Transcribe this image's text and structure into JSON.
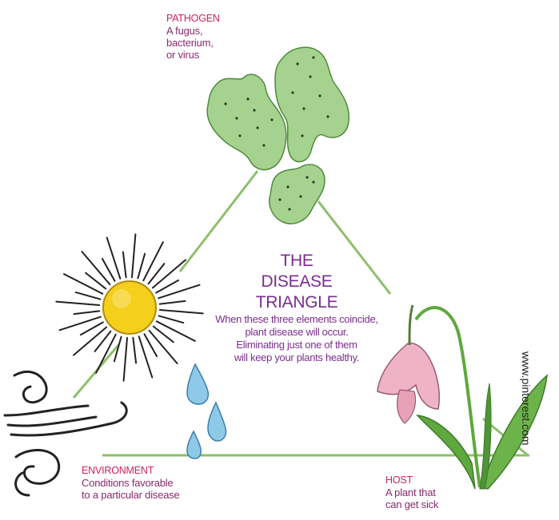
{
  "pathogen": {
    "heading": "PATHOGEN",
    "lines": [
      "A fugus,",
      "bacterium,",
      "or virus"
    ]
  },
  "center": {
    "title_lines": [
      "THE",
      "DISEASE",
      "TRIANGLE"
    ],
    "desc_lines": [
      "When these three elements coincide,",
      "plant disease will occur.",
      "Eliminating just one of them",
      "will keep your plants healthy."
    ]
  },
  "environment": {
    "heading": "ENVIRONMENT",
    "lines": [
      "Conditions favorable",
      "to a particular disease"
    ]
  },
  "host": {
    "heading": "HOST",
    "lines": [
      "A plant that",
      "can get sick"
    ]
  },
  "watermark": "www.pinterest.com",
  "colors": {
    "triangle_line": "#8cc06a",
    "heading": "#d0215d",
    "description": "#8a2a6c",
    "title": "#7b2d8e",
    "pathogen_fill": "#a5d38f",
    "sun_fill": "#f4cf1b",
    "water": "#8ec9e8",
    "flower": "#eeb4c6",
    "leaf": "#5fa83e"
  },
  "icons": [
    "pathogen-blob-icon",
    "sun-icon",
    "wind-swirl-icon",
    "water-drop-icon",
    "tulip-flower-icon"
  ]
}
